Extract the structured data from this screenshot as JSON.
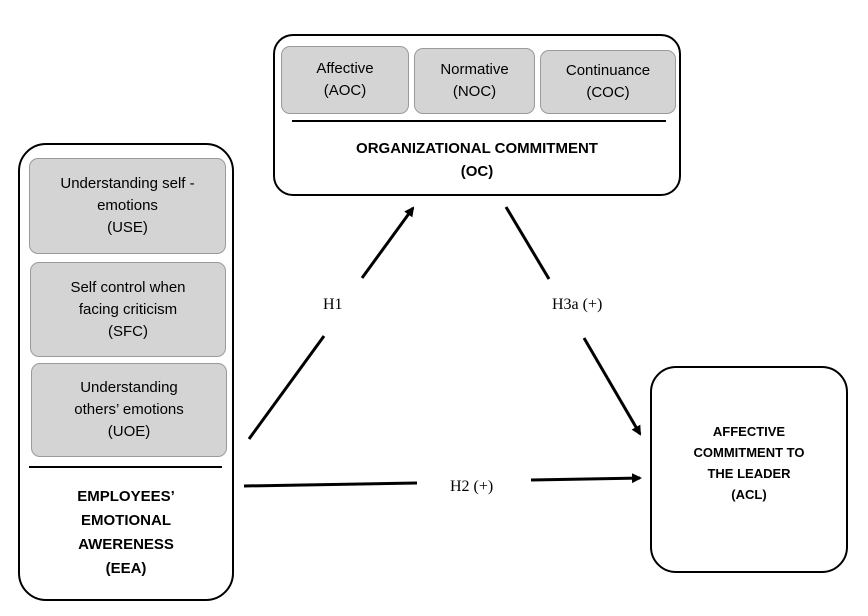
{
  "oc": {
    "components": [
      {
        "name": "Affective",
        "abbr": "(AOC)"
      },
      {
        "name": "Normative",
        "abbr": "(NOC)"
      },
      {
        "name": "Continuance",
        "abbr": "(COC)"
      }
    ],
    "title_line1": "ORGANIZATIONAL COMMITMENT",
    "title_line2": "(OC)"
  },
  "eea": {
    "components": [
      {
        "line1": "Understanding self -",
        "line2": "emotions",
        "abbr": "(USE)"
      },
      {
        "line1": "Self control when",
        "line2": "facing criticism",
        "abbr": "(SFC)"
      },
      {
        "line1": "Understanding",
        "line2": "others’ emotions",
        "abbr": "(UOE)"
      }
    ],
    "title_lines": [
      "EMPLOYEES’",
      "EMOTIONAL",
      "AWERENESS",
      "(EEA)"
    ]
  },
  "acl": {
    "title_lines": [
      "AFFECTIVE",
      "COMMITMENT TO",
      "THE LEADER",
      "(ACL)"
    ]
  },
  "hypotheses": {
    "h1": "H1",
    "h2": "H2 (+)",
    "h3a": "H3a (+)"
  }
}
